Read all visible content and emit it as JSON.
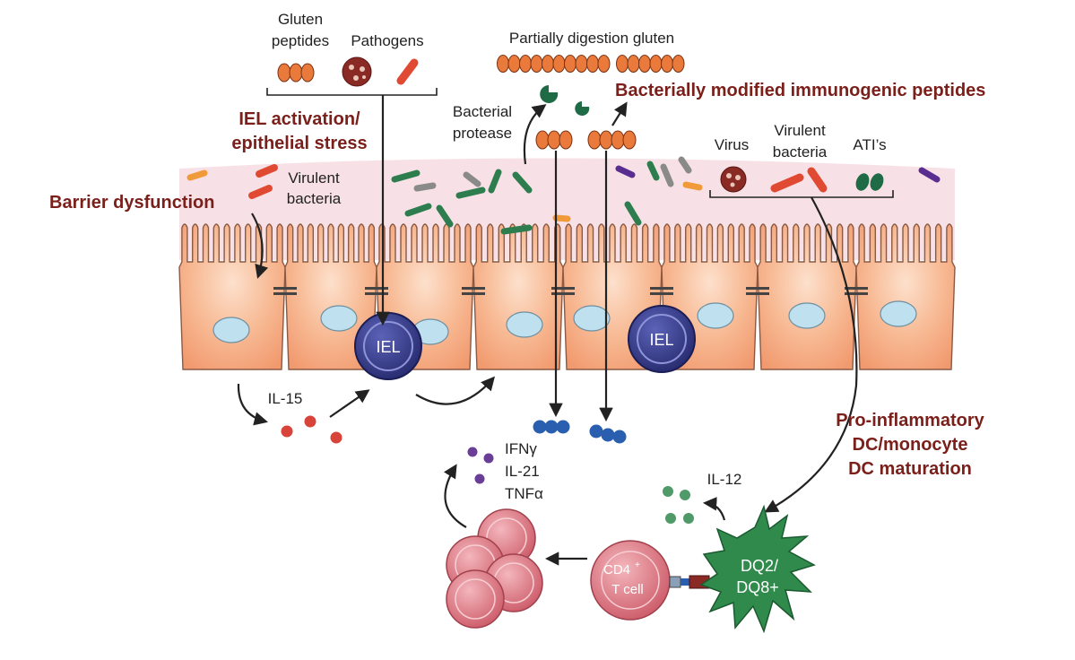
{
  "labels": {
    "gluten_peptides": [
      "Gluten",
      "peptides"
    ],
    "pathogens": "Pathogens",
    "partial_gluten": "Partially digestion gluten",
    "bact_modified": "Bacterially modified immunogenic peptides",
    "iel_activation": [
      "IEL activation/",
      "epithelial stress"
    ],
    "bacterial_protease": [
      "Bacterial",
      "protease"
    ],
    "virus": "Virus",
    "virulent_bacteria_right": [
      "Virulent",
      "bacteria"
    ],
    "atis": "ATI’s",
    "virulent_bacteria_left": [
      "Virulent",
      "bacteria"
    ],
    "barrier_dysfunction": "Barrier dysfunction",
    "iel": "IEL",
    "il15": "IL-15",
    "cytokines": [
      "IFNγ",
      "IL-21",
      "TNFα"
    ],
    "pro_inflammatory": [
      "Pro-inflammatory",
      "DC/monocyte",
      "DC maturation"
    ],
    "il12": "IL-12",
    "cd4_sup": "+",
    "cd4": "CD4",
    "t_cell": "T cell",
    "dq": [
      "DQ2/",
      "DQ8+"
    ]
  },
  "colors": {
    "label_red": "#7a1f1a",
    "cell_fill": "#f6b590",
    "cell_stroke": "#8a5a44",
    "mucus": "#f8e3e7",
    "nucleus": "#bfe0ee",
    "iel": "#3a3f8f",
    "peptide": "#ea7a3c",
    "bacteria_green": "#2e7d4f",
    "blue_particle": "#2a5fb0",
    "purple_particle": "#6a3d96",
    "red_particle": "#d9443a",
    "green_particle": "#4f9a68",
    "tcell": "#e58a95",
    "dc": "#2f8a4c"
  }
}
